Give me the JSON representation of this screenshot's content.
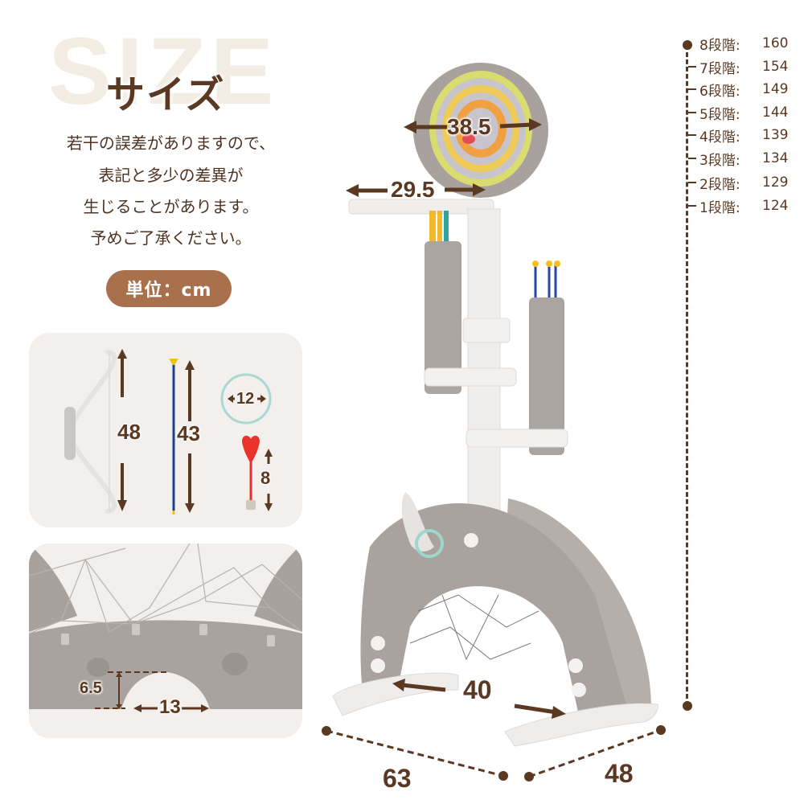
{
  "header": {
    "background_word": "SIZE",
    "title": "サイズ",
    "notes": [
      "若干の誤差がありますので、",
      "表記と多少の差異が",
      "生じることがあります。",
      "予めご了承ください。"
    ],
    "unit_label": "単位：cm"
  },
  "colors": {
    "text_brown": "#5a3822",
    "unit_pill": "#a9704e",
    "background_word": "#f3ece3",
    "panel_bg": "#f2efed",
    "product_gray": "#a59d98",
    "product_white": "#f0eeec"
  },
  "height_scale": {
    "levels": [
      {
        "label": "8段階:",
        "value": "160"
      },
      {
        "label": "7段階:",
        "value": "154"
      },
      {
        "label": "6段階:",
        "value": "149"
      },
      {
        "label": "5段階:",
        "value": "144"
      },
      {
        "label": "4段階:",
        "value": "139"
      },
      {
        "label": "3段階:",
        "value": "134"
      },
      {
        "label": "2段階:",
        "value": "129"
      },
      {
        "label": "1段階:",
        "value": "124"
      }
    ]
  },
  "accessories_panel": {
    "bow_height": "48",
    "arrow_length": "43",
    "ring_diameter": "12",
    "dart_length": "8"
  },
  "base_detail_panel": {
    "arch_height": "6.5",
    "arch_width": "13"
  },
  "product_dimensions": {
    "target_diameter": "38.5",
    "shelf_width": "29.5",
    "inner_width": "40",
    "base_length": "63",
    "base_depth": "48"
  }
}
